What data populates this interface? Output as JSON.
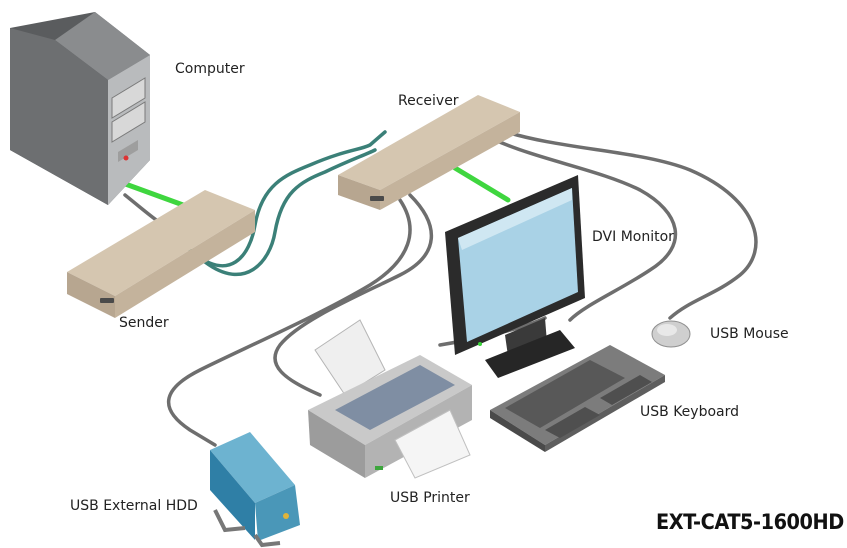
{
  "labels": {
    "computer": "Computer",
    "receiver": "Receiver",
    "sender": "Sender",
    "dvi_monitor": "DVI Monitor",
    "usb_mouse": "USB Mouse",
    "usb_keyboard": "USB Keyboard",
    "usb_printer": "USB Printer",
    "usb_external_hdd": "USB External HDD"
  },
  "model_name": "EXT-CAT5-1600HD",
  "colors": {
    "cable_gray": "#6e6e6e",
    "cable_teal": "#3b8078",
    "dvi_green": "#3fd63f",
    "box_tan": "#c9b9a3",
    "screen_blue": "#a9d2e6",
    "hdd_blue": "#4a97b8"
  }
}
